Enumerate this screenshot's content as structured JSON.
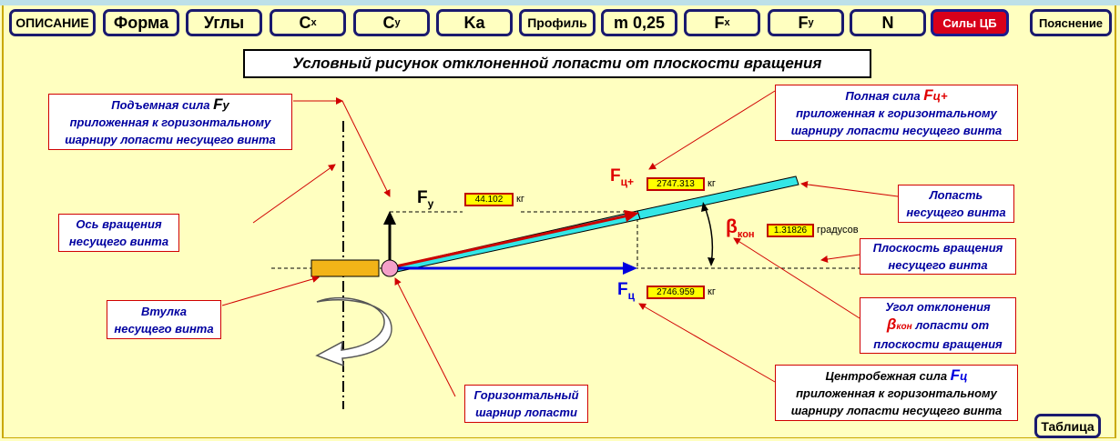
{
  "toolbar": {
    "opisanie": "ОПИСАНИЕ",
    "forma": "Форма",
    "ugly": "Углы",
    "cx_main": "C",
    "cx_sub": "x",
    "cy_main": "C",
    "cy_sub": "y",
    "ka": "Ka",
    "profil": "Профиль",
    "m": "m 0,25",
    "fx_main": "F",
    "fx_sub": "x",
    "fy_main": "F",
    "fy_sub": "y",
    "n": "N",
    "sily_cb": "Силы ЦБ",
    "poyasnenie": "Пояснение",
    "tablitsa": "Таблица"
  },
  "title": "Условный рисунок отклоненной лопасти от плоскости вращения",
  "labels": {
    "lift": {
      "l1_pre": "Подъемная сила ",
      "l1_sym": "F",
      "l1_sub": "у",
      "l2": "приложенная к горизонтальному",
      "l3": "шарниру лопасти несущего винта"
    },
    "axis": {
      "l1": "Ось вращения",
      "l2": "несущего винта"
    },
    "hub": {
      "l1": "Втулка",
      "l2": "несущего винта"
    },
    "hinge": {
      "l1": "Горизонтальный",
      "l2": "шарнир лопасти"
    },
    "full": {
      "l1_pre": "Полная сила ",
      "l1_sym": "F",
      "l1_sub": "ц+",
      "l2": "приложенная к горизонтальному",
      "l3": "шарниру лопасти несущего винта"
    },
    "blade": {
      "l1": "Лопасть",
      "l2": "несущего винта"
    },
    "plane": {
      "l1": "Плоскость вращения",
      "l2": "несущего винта"
    },
    "angle": {
      "l1": "Угол отклонения",
      "l2_sym": "β",
      "l2_sub": "кон",
      "l2_rest": " лопасти от",
      "l3": "плоскости вращения"
    },
    "cf": {
      "l1_pre": "Центробежная сила ",
      "l1_sym": "F",
      "l1_sub": "ц",
      "l2": "приложенная к горизонтальному",
      "l3": "шарниру лопасти несущего винта"
    }
  },
  "diagram": {
    "fy_sym": "F",
    "fy_sub": "y",
    "fcplus_sym": "F",
    "fcplus_sub": "ц+",
    "fc_sym": "F",
    "fc_sub": "ц",
    "beta_sym": "β",
    "beta_sub": "кон"
  },
  "values": {
    "fy": "44.102",
    "fy_unit": "кг",
    "fcplus": "2747.313",
    "fcplus_unit": "кг",
    "beta": "1.31826",
    "beta_unit": "градусов",
    "fc": "2746.959",
    "fc_unit": "кг"
  },
  "colors": {
    "background": "#ffffc0",
    "blade": "#33e6e6",
    "label_text": "#0000a0",
    "leader": "#d00000",
    "active_button": "#d8001a",
    "force_blue": "#0000e0"
  }
}
